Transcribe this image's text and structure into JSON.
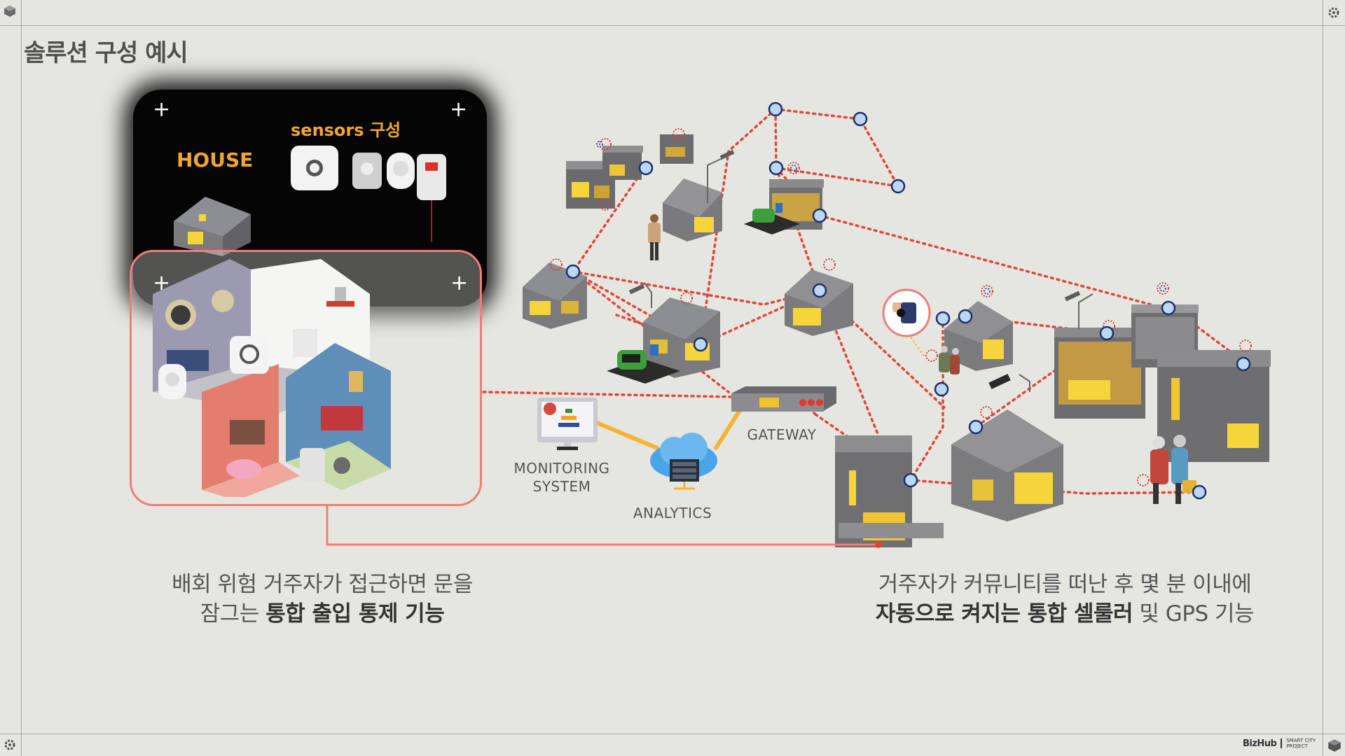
{
  "title": "솔루션 구성 예시",
  "house_panel": {
    "house_label": "HOUSE",
    "sensors_label": "sensors 구성"
  },
  "nodes": {
    "monitoring": [
      "MONITORING",
      "SYSTEM"
    ],
    "analytics": "ANALYTICS",
    "gateway": "GATEWAY"
  },
  "caption_left": {
    "line1": "배회 위험 거주자가 접근하면 문을",
    "line2_plain": "잠그는 ",
    "line2_bold": "통합 출입 통제 기능"
  },
  "caption_right": {
    "line1": "거주자가 커뮤니티를 떠난 후 몇 분 이내에",
    "line2_bold": "자동으로 켜지는 통합 셀룰러",
    "line2_plain": " 및 GPS 기능"
  },
  "brand": {
    "main": "BizHub",
    "sub_line1": "SMART CITY",
    "sub_line2": "PROJECT"
  },
  "colors": {
    "accent_orange": "#f2a630",
    "connector_red": "#e0473a",
    "room_border": "#f07d78",
    "link_orange": "#f5b335",
    "background": "#e6e6e1"
  },
  "icons": [
    "cube-icon",
    "gear-icon",
    "plus-icon",
    "house-icon",
    "sensor-icon",
    "monitor-icon",
    "cloud-icon",
    "router-icon",
    "watch-icon",
    "car-icon",
    "streetlight-icon",
    "person-icon"
  ]
}
